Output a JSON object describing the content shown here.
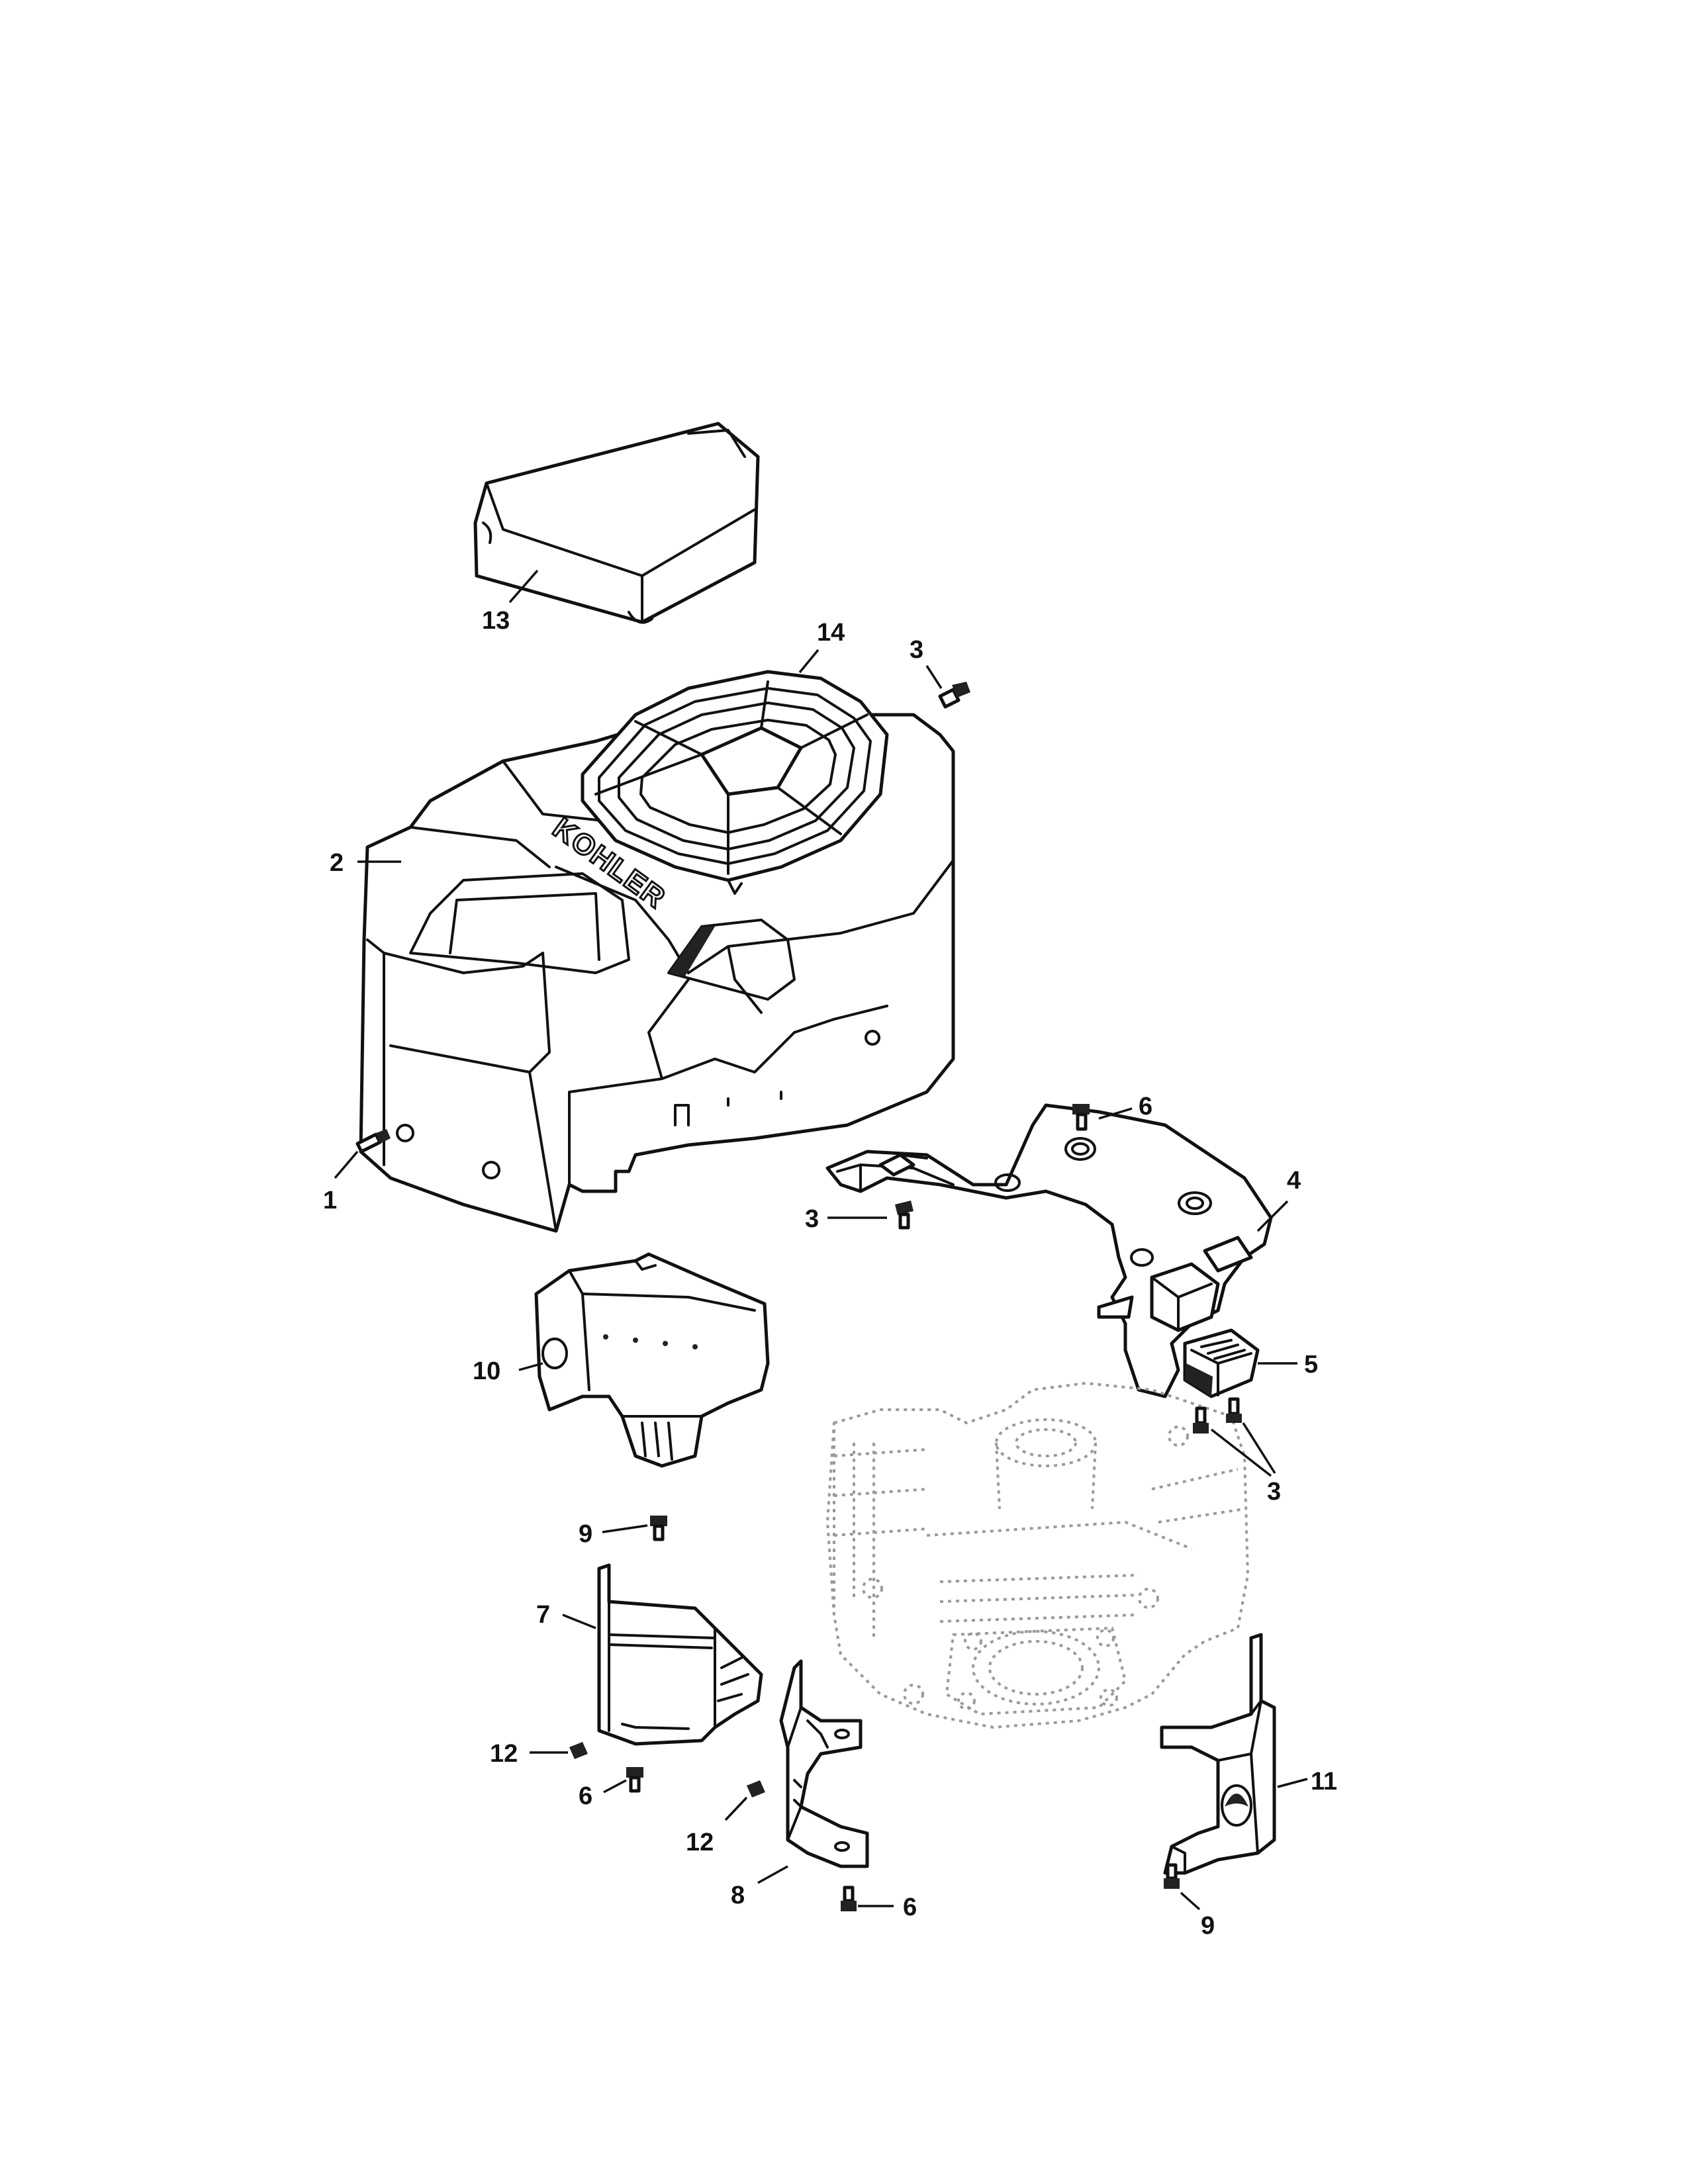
{
  "brand_logo": "KOHLER",
  "callouts": {
    "c1": "1",
    "c2": "2",
    "c3a": "3",
    "c3b": "3",
    "c3c": "3",
    "c4": "4",
    "c5": "5",
    "c6a": "6",
    "c6b": "6",
    "c6c": "6",
    "c7": "7",
    "c8": "8",
    "c9a": "9",
    "c9b": "9",
    "c10": "10",
    "c11": "11",
    "c12a": "12",
    "c12b": "12",
    "c13": "13",
    "c14": "14"
  }
}
